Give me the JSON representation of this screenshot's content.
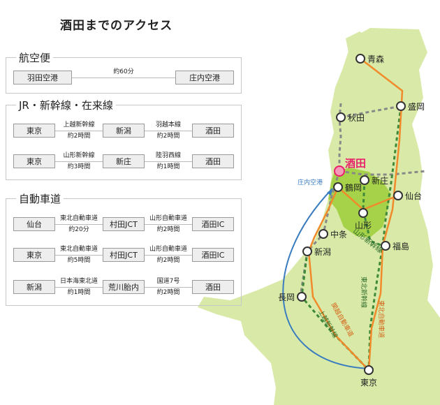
{
  "title": "酒田までのアクセス",
  "sections": [
    {
      "name": "航空便",
      "rows": [
        {
          "stops": [
            "羽田空港",
            "庄内空港"
          ],
          "legs": [
            {
              "line": "",
              "time": "約60分"
            }
          ]
        }
      ]
    },
    {
      "name": "JR・新幹線・在来線",
      "rows": [
        {
          "stops": [
            "東京",
            "新潟",
            "酒田"
          ],
          "legs": [
            {
              "line": "上越新幹線",
              "time": "約2時間"
            },
            {
              "line": "羽越本線",
              "time": "約2時間"
            }
          ]
        },
        {
          "stops": [
            "東京",
            "新庄",
            "酒田"
          ],
          "legs": [
            {
              "line": "山形新幹線",
              "time": "約3時間"
            },
            {
              "line": "陸羽西線",
              "time": "約1時間"
            }
          ]
        }
      ]
    },
    {
      "name": "自動車道",
      "rows": [
        {
          "stops": [
            "仙台",
            "村田JCT",
            "酒田IC"
          ],
          "legs": [
            {
              "line": "東北自動車道",
              "time": "約20分"
            },
            {
              "line": "山形自動車道",
              "time": "約2時間"
            }
          ]
        },
        {
          "stops": [
            "東京",
            "村田JCT",
            "酒田IC"
          ],
          "legs": [
            {
              "line": "東北自動車道",
              "time": "約5時間"
            },
            {
              "line": "山形自動車道",
              "time": "約2時間"
            }
          ]
        },
        {
          "stops": [
            "新潟",
            "荒川胎内",
            "酒田"
          ],
          "legs": [
            {
              "line": "日本海東北道",
              "time": "約1時間"
            },
            {
              "line": "国道7号",
              "time": "約2時間"
            }
          ]
        }
      ]
    }
  ],
  "map": {
    "cities": [
      "青森",
      "盛岡",
      "秋田",
      "酒田",
      "新庄",
      "鶴岡",
      "仙台",
      "山形",
      "中条",
      "新潟",
      "福島",
      "長岡",
      "東京"
    ],
    "route_labels": [
      "庄内空港",
      "山形新幹線",
      "東北新幹線",
      "東北自動車道",
      "関越自動車道",
      "上越新幹線"
    ],
    "colors": {
      "land": "#d9eaa8",
      "yamagata": "#a6d24a",
      "jr": "#888888",
      "shinkansen": "#3f8a3a",
      "expressway": "#f08a2a",
      "air": "#3a7cc0",
      "highlight": "#e8206a"
    }
  }
}
